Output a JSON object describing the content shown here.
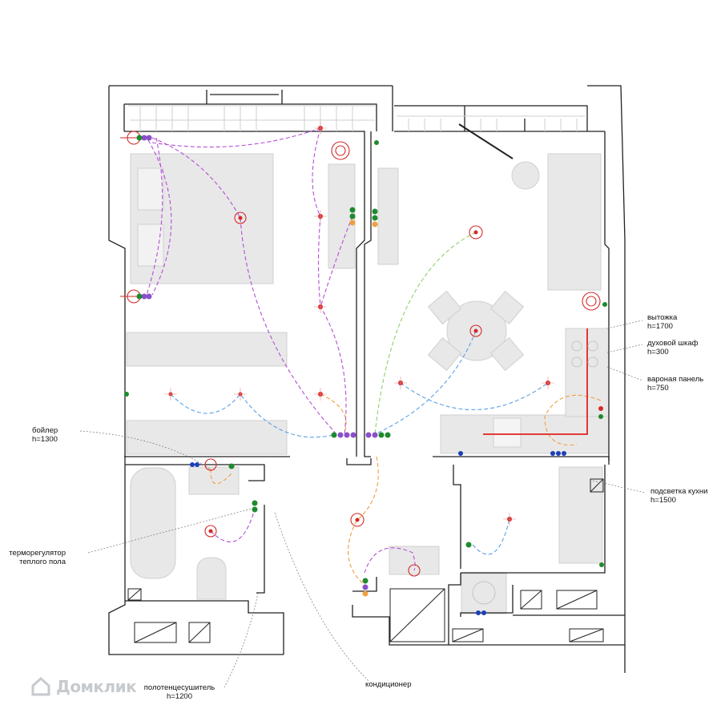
{
  "labels": {
    "hood": {
      "line1": "вытожка",
      "line2": "h=1700"
    },
    "oven": {
      "line1": "духовой шкаф",
      "line2": "h=300"
    },
    "hob": {
      "line1": "вароная панель",
      "line2": "h=750"
    },
    "kitchen_light": {
      "line1": "подсветка кухни",
      "line2": "h=1500"
    },
    "boiler": {
      "line1": "бойлер",
      "line2": "h=1300"
    },
    "floor_thermostat": {
      "line1": "терморегулятор",
      "line2": "теплого пола"
    },
    "towel_rail": {
      "line1": "полотенцесушитель",
      "line2": "h=1200"
    },
    "air_conditioner": {
      "line1": "кондиционер"
    }
  },
  "watermark": {
    "text": "Домклик"
  },
  "colors": {
    "wall": "#222222",
    "furniture": "#e6e6e6",
    "lamp": "#d42a2a",
    "switch_green": "#1f8a2e",
    "socket_blue": "#1b3fb8",
    "wire_purple": "#b44fd6",
    "wire_blue": "#5aa0e6",
    "wire_green": "#8ed06a",
    "wire_orange": "#f0a040",
    "kitchen_strip": "#e22222"
  }
}
